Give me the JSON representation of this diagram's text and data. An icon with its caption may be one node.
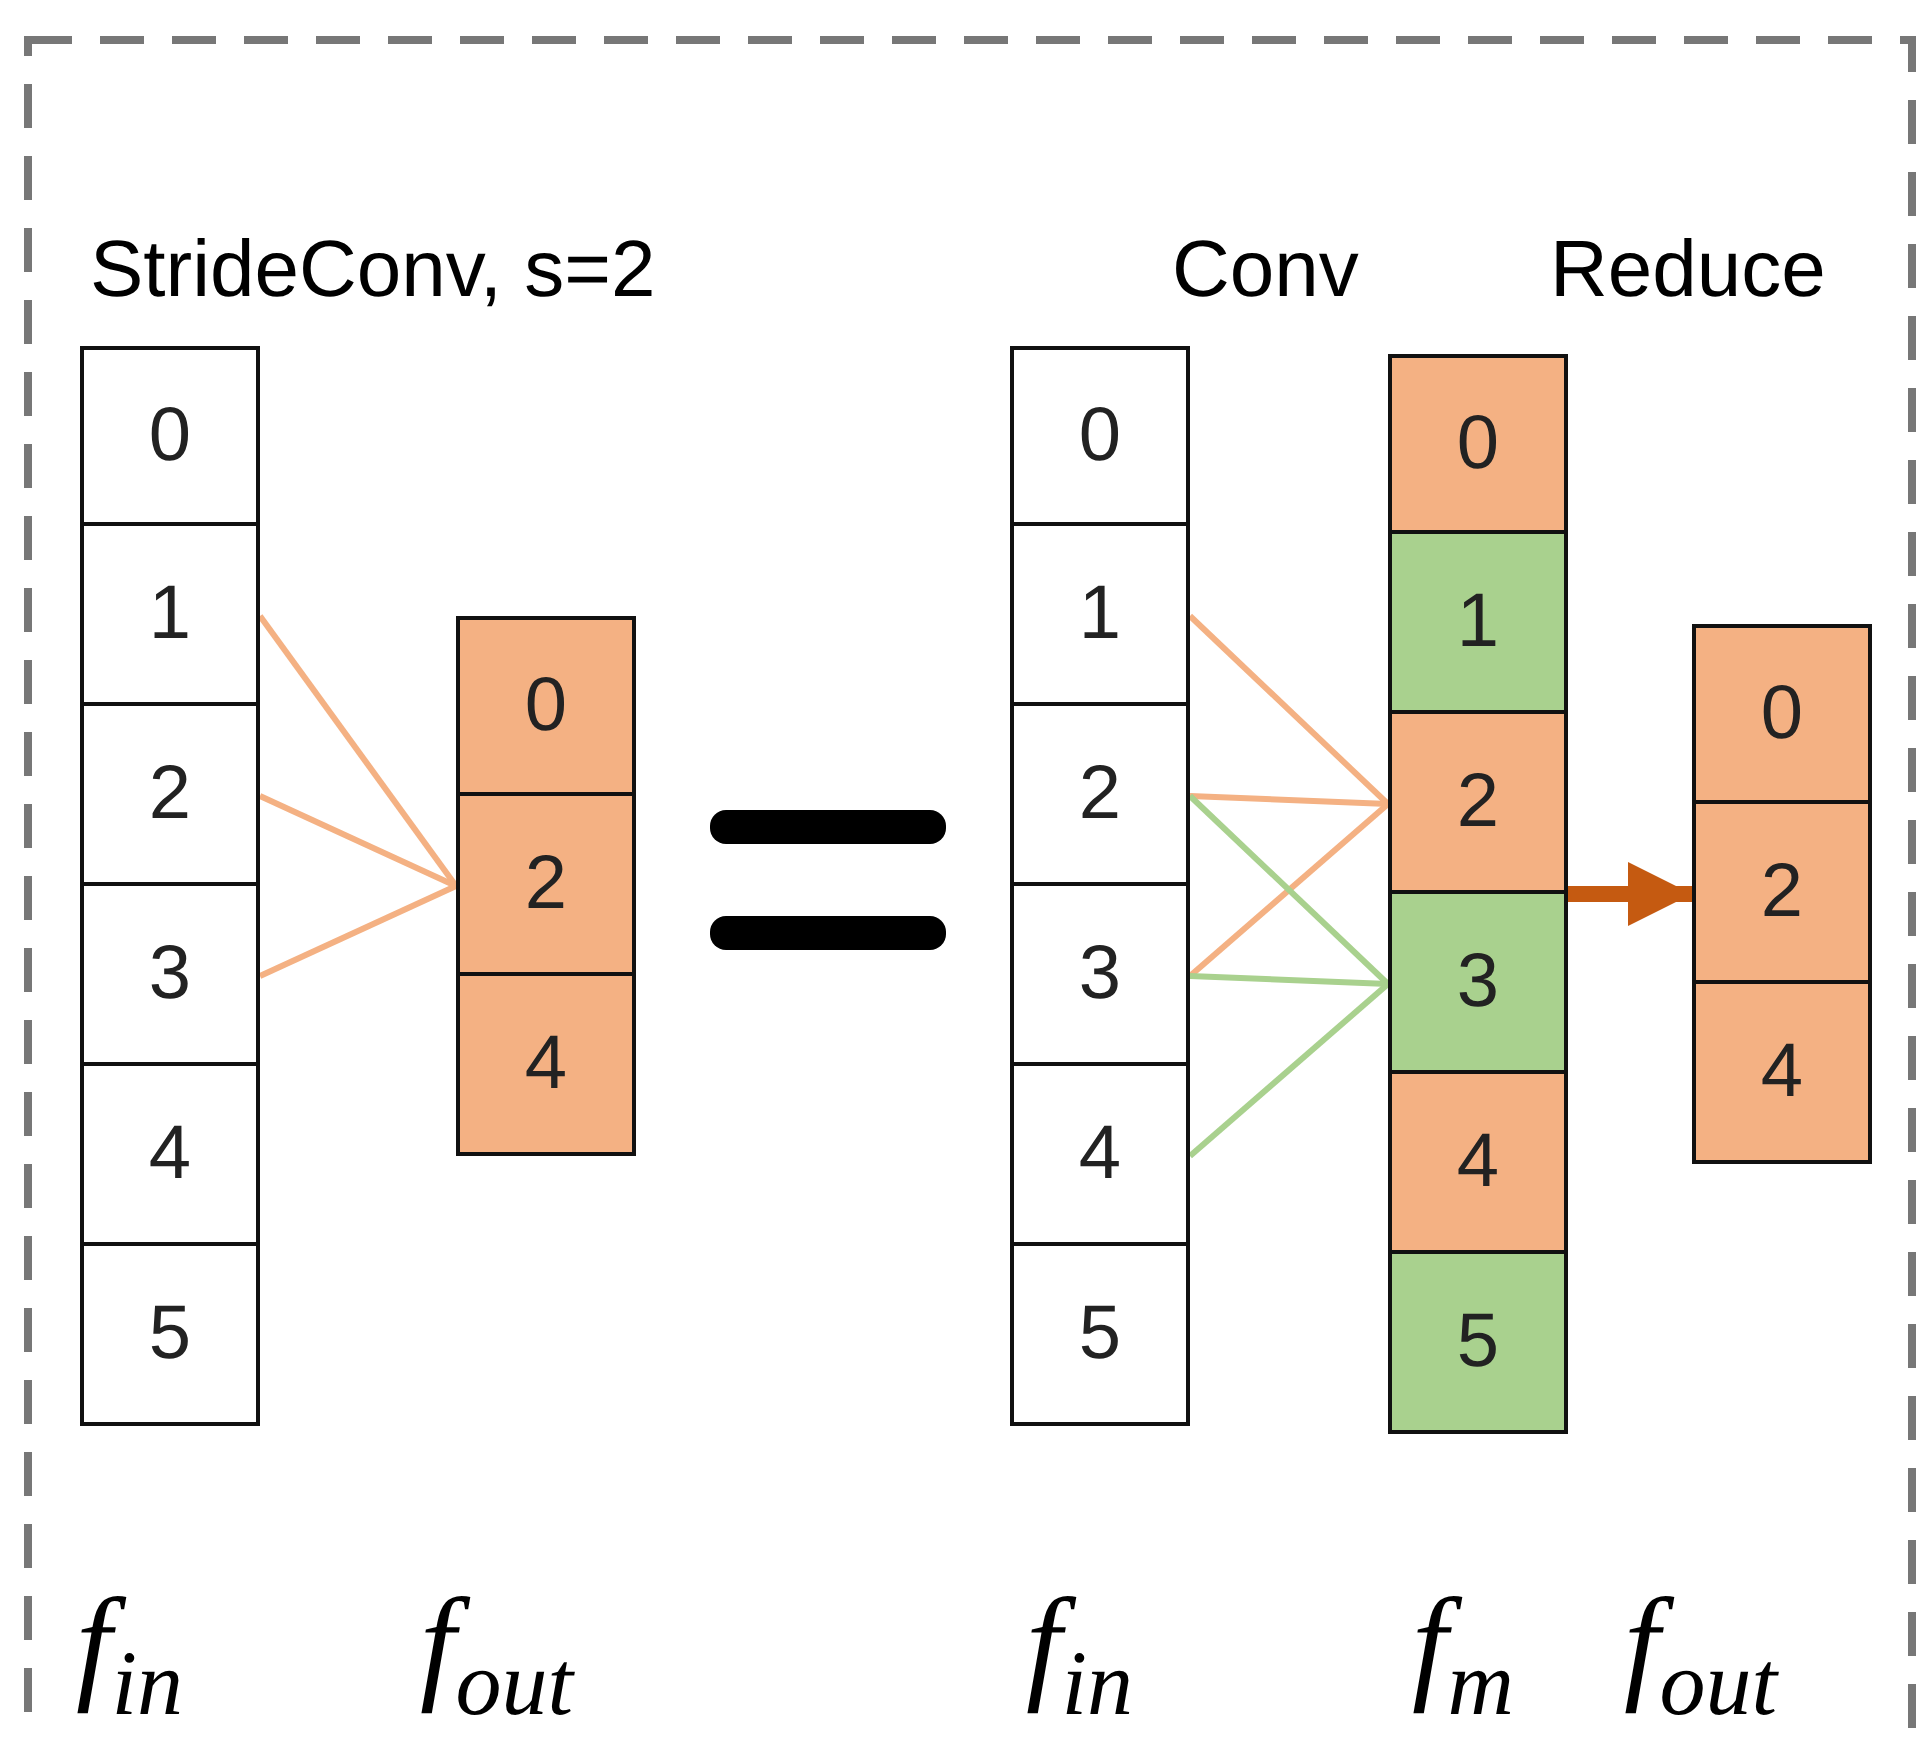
{
  "diagram": {
    "nodes": [
      {
        "text": [
          "f$_{in}$"
        ]
      },
      {
        "text": [
          "0"
        ],
        "in": 0
      },
      {
        "text": [
          "1"
        ],
        "in": 0
      },
      {
        "text": [
          "2"
        ],
        "in": 0
      },
      {
        "text": [
          "3"
        ],
        "in": 0
      },
      {
        "text": [
          "4"
        ],
        "in": 0
      },
      {
        "text": [
          "5"
        ],
        "in": 0
      },
      {
        "text": [
          "f$_{out}$"
        ]
      },
      {
        "text": [
          "0"
        ],
        "in": 7
      },
      {
        "text": [
          "2"
        ],
        "in": 7
      },
      {
        "text": [
          "4"
        ],
        "in": 7
      },
      {
        "text": [
          "f$_{in}$"
        ]
      },
      {
        "text": [
          "0"
        ],
        "in": 11
      },
      {
        "text": [
          "1"
        ],
        "in": 11
      },
      {
        "text": [
          "2"
        ],
        "in": 11
      },
      {
        "text": [
          "3"
        ],
        "in": 11
      },
      {
        "text": [
          "4"
        ],
        "in": 11
      },
      {
        "text": [
          "5"
        ],
        "in": 11
      },
      {
        "text": [
          "f$_{m}$"
        ]
      },
      {
        "text": [
          "0"
        ],
        "in": 18
      },
      {
        "text": [
          "1"
        ],
        "in": 18
      },
      {
        "text": [
          "2"
        ],
        "in": 18
      },
      {
        "text": [
          "3"
        ],
        "in": 18
      },
      {
        "text": [
          "4"
        ],
        "in": 18
      },
      {
        "text": [
          "5"
        ],
        "in": 18
      },
      {
        "text": [
          "f$_{out}$"
        ]
      },
      {
        "text": [
          "0"
        ],
        "in": 25
      },
      {
        "text": [
          "2"
        ],
        "in": 25
      },
      {
        "text": [
          "4"
        ],
        "in": 25
      }
    ],
    "edges": [
      {
        "from": 2,
        "to": 9,
        "arrow": "none"
      },
      {
        "from": 3,
        "to": 9,
        "arrow": "none"
      },
      {
        "from": 4,
        "to": 9,
        "arrow": "none"
      },
      {
        "from": 13,
        "to": 21,
        "arrow": "none"
      },
      {
        "from": 14,
        "to": 21,
        "arrow": "none"
      },
      {
        "from": 15,
        "to": 21,
        "arrow": "none"
      },
      {
        "from": 14,
        "to": 22,
        "arrow": "none",
        "color": "#a9d18e"
      },
      {
        "from": 15,
        "to": 22,
        "arrow": "none",
        "color": "#a9d18e"
      },
      {
        "from": 16,
        "to": 22,
        "arrow": "none",
        "color": "#a9d18e"
      },
      {
        "from": 18,
        "to": 27,
        "arrow": "to",
        "style": "thick",
        "color": "#c55a11"
      }
    ],
    "labels": [
      "StrideConv, s=2",
      "Conv",
      "Reduce"
    ]
  }
}
